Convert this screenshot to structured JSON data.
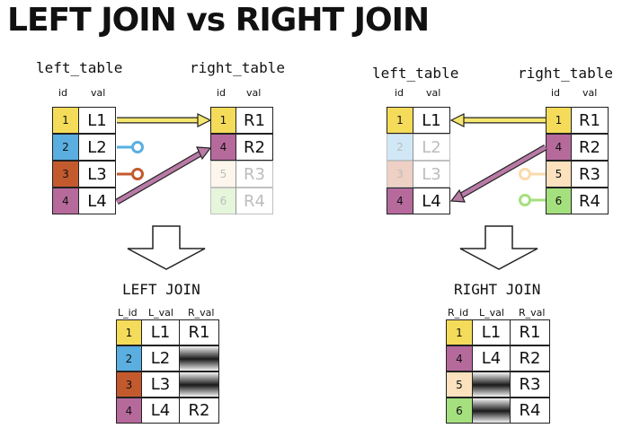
{
  "title": "LEFT JOIN vs RIGHT JOIN",
  "colors": {
    "yellow": "#f4dc5a",
    "blue": "#5aaee0",
    "orange": "#c35a2e",
    "purple": "#b66a9c",
    "peach": "#fbe1bd",
    "green": "#a5e07e",
    "arrow_purple": "#b97aa6",
    "arrow_yellow": "#f5e66e"
  },
  "left_diagram": {
    "left_table": {
      "name": "left_table",
      "headers": [
        "id",
        "val"
      ],
      "rows": [
        {
          "id": "1",
          "val": "L1",
          "color": "#f4dc5a",
          "faded": false
        },
        {
          "id": "2",
          "val": "L2",
          "color": "#5aaee0",
          "faded": false
        },
        {
          "id": "3",
          "val": "L3",
          "color": "#c35a2e",
          "faded": false
        },
        {
          "id": "4",
          "val": "L4",
          "color": "#b66a9c",
          "faded": false
        }
      ]
    },
    "right_table": {
      "name": "right_table",
      "headers": [
        "id",
        "val"
      ],
      "rows": [
        {
          "id": "1",
          "val": "R1",
          "color": "#f4dc5a",
          "faded": false
        },
        {
          "id": "4",
          "val": "R2",
          "color": "#b66a9c",
          "faded": false
        },
        {
          "id": "5",
          "val": "R3",
          "color": "#fbe1bd",
          "faded": true
        },
        {
          "id": "6",
          "val": "R4",
          "color": "#a5e07e",
          "faded": true
        }
      ]
    },
    "result": {
      "label": "LEFT JOIN",
      "headers": [
        "L_id",
        "L_val",
        "R_val"
      ],
      "rows": [
        {
          "id": "1",
          "l_val": "L1",
          "r_val": "R1",
          "color": "#f4dc5a"
        },
        {
          "id": "2",
          "l_val": "L2",
          "r_val": null,
          "color": "#5aaee0"
        },
        {
          "id": "3",
          "l_val": "L3",
          "r_val": null,
          "color": "#c35a2e"
        },
        {
          "id": "4",
          "l_val": "L4",
          "r_val": "R2",
          "color": "#b66a9c"
        }
      ]
    }
  },
  "right_diagram": {
    "left_table": {
      "name": "left_table",
      "headers": [
        "id",
        "val"
      ],
      "rows": [
        {
          "id": "1",
          "val": "L1",
          "color": "#f4dc5a",
          "faded": false
        },
        {
          "id": "2",
          "val": "L2",
          "color": "#5aaee0",
          "faded": true
        },
        {
          "id": "3",
          "val": "L3",
          "color": "#c35a2e",
          "faded": true
        },
        {
          "id": "4",
          "val": "L4",
          "color": "#b66a9c",
          "faded": false
        }
      ]
    },
    "right_table": {
      "name": "right_table",
      "headers": [
        "id",
        "val"
      ],
      "rows": [
        {
          "id": "1",
          "val": "R1",
          "color": "#f4dc5a",
          "faded": false
        },
        {
          "id": "4",
          "val": "R2",
          "color": "#b66a9c",
          "faded": false
        },
        {
          "id": "5",
          "val": "R3",
          "color": "#fbe1bd",
          "faded": false
        },
        {
          "id": "6",
          "val": "R4",
          "color": "#a5e07e",
          "faded": false
        }
      ]
    },
    "result": {
      "label": "RIGHT JOIN",
      "headers": [
        "R_id",
        "L_val",
        "R_val"
      ],
      "rows": [
        {
          "id": "1",
          "l_val": "L1",
          "r_val": "R1",
          "color": "#f4dc5a"
        },
        {
          "id": "4",
          "l_val": "L4",
          "r_val": "R2",
          "color": "#b66a9c"
        },
        {
          "id": "5",
          "l_val": null,
          "r_val": "R3",
          "color": "#fbe1bd"
        },
        {
          "id": "6",
          "l_val": null,
          "r_val": "R4",
          "color": "#a5e07e"
        }
      ]
    }
  }
}
